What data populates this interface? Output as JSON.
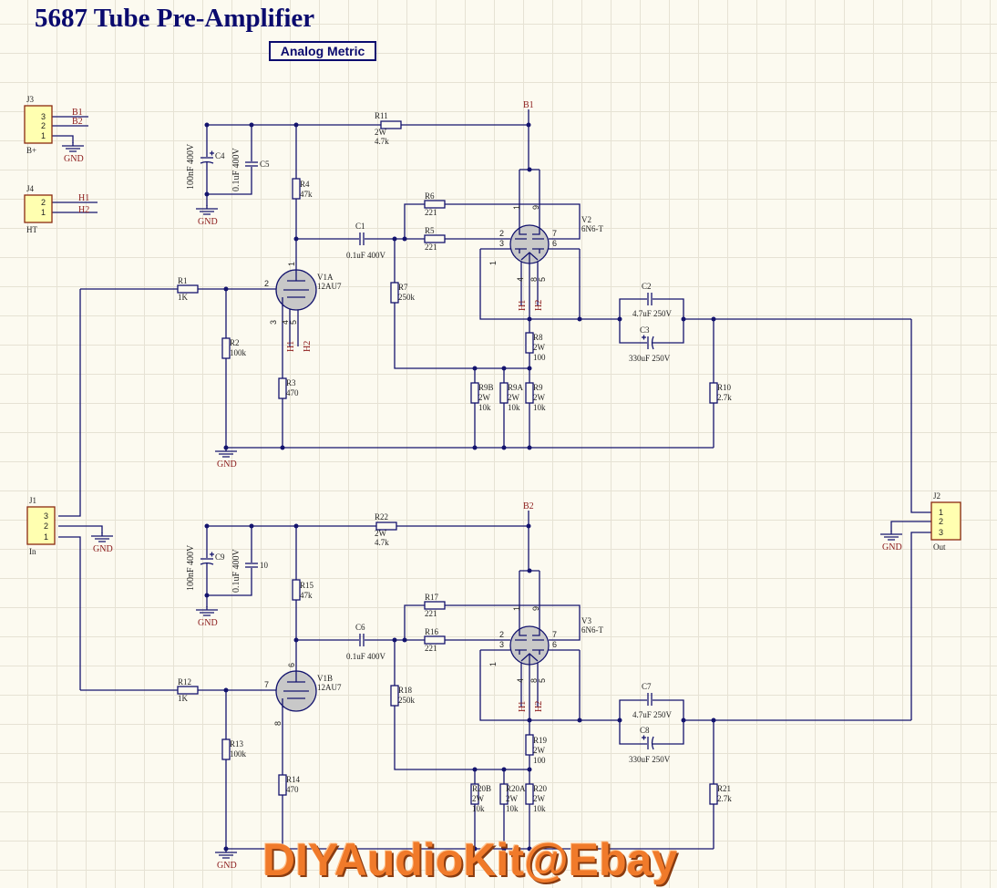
{
  "title": "5687 Tube Pre-Amplifier",
  "subtitle": "Analog Metric",
  "watermark": "DIYAudioKit@Ebay",
  "gnd": "GND",
  "nets": {
    "b1": "B1",
    "b2": "B2",
    "h1": "H1",
    "h2": "H2"
  },
  "connectors": {
    "j3": {
      "ref": "J3",
      "name": "B+",
      "pins": [
        "3",
        "2",
        "1"
      ]
    },
    "j4": {
      "ref": "J4",
      "name": "HT",
      "pins": [
        "2",
        "1"
      ]
    },
    "j1": {
      "ref": "J1",
      "name": "In",
      "pins": [
        "3",
        "2",
        "1"
      ]
    },
    "j2": {
      "ref": "J2",
      "name": "Out",
      "pins": [
        "1",
        "2",
        "3"
      ]
    }
  },
  "components": {
    "r11": {
      "ref": "R11",
      "values": [
        "2W",
        "4.7k"
      ]
    },
    "r4": {
      "ref": "R4",
      "values": [
        "47k"
      ]
    },
    "r6": {
      "ref": "R6",
      "values": [
        "221"
      ]
    },
    "r5": {
      "ref": "R5",
      "values": [
        "221"
      ]
    },
    "r7": {
      "ref": "R7",
      "values": [
        "250k"
      ]
    },
    "r1": {
      "ref": "R1",
      "values": [
        "1K"
      ]
    },
    "r2": {
      "ref": "R2",
      "values": [
        "100k"
      ]
    },
    "r3": {
      "ref": "R3",
      "values": [
        "470"
      ]
    },
    "r8": {
      "ref": "R8",
      "values": [
        "2W",
        "100"
      ]
    },
    "r9b": {
      "ref": "R9B",
      "values": [
        "2W",
        "10k"
      ]
    },
    "r9a": {
      "ref": "R9A",
      "values": [
        "2W",
        "10k"
      ]
    },
    "r9": {
      "ref": "R9",
      "values": [
        "2W",
        "10k"
      ]
    },
    "r10": {
      "ref": "R10",
      "values": [
        "2.7k"
      ]
    },
    "c1": {
      "ref": "C1",
      "values": [
        "0.1uF 400V"
      ]
    },
    "c2": {
      "ref": "C2",
      "values": [
        "4.7uF 250V"
      ]
    },
    "c3": {
      "ref": "C3",
      "values": [
        "330uF 250V"
      ]
    },
    "c4": {
      "ref": "C4",
      "values": [
        "100nF 400V"
      ]
    },
    "c5": {
      "ref": "C5",
      "values": [
        "0.1uF 400V"
      ]
    },
    "r22": {
      "ref": "R22",
      "values": [
        "2W",
        "4.7k"
      ]
    },
    "r15": {
      "ref": "R15",
      "values": [
        "47k"
      ]
    },
    "r17": {
      "ref": "R17",
      "values": [
        "221"
      ]
    },
    "r16": {
      "ref": "R16",
      "values": [
        "221"
      ]
    },
    "r18": {
      "ref": "R18",
      "values": [
        "250k"
      ]
    },
    "r12": {
      "ref": "R12",
      "values": [
        "1K"
      ]
    },
    "r13": {
      "ref": "R13",
      "values": [
        "100k"
      ]
    },
    "r14": {
      "ref": "R14",
      "values": [
        "470"
      ]
    },
    "r19": {
      "ref": "R19",
      "values": [
        "2W",
        "100"
      ]
    },
    "r20b": {
      "ref": "R20B",
      "values": [
        "2W",
        "10k"
      ]
    },
    "r20a": {
      "ref": "R20A",
      "values": [
        "2W",
        "10k"
      ]
    },
    "r20": {
      "ref": "R20",
      "values": [
        "2W",
        "10k"
      ]
    },
    "r21": {
      "ref": "R21",
      "values": [
        "2.7k"
      ]
    },
    "c6": {
      "ref": "C6",
      "values": [
        "0.1uF 400V"
      ]
    },
    "c7": {
      "ref": "C7",
      "values": [
        "4.7uF 250V"
      ]
    },
    "c8": {
      "ref": "C8",
      "values": [
        "330uF 250V"
      ]
    },
    "c9": {
      "ref": "C9",
      "values": [
        "100nF 400V"
      ]
    },
    "c10": {
      "ref": "10",
      "values": [
        "0.1uF 400V"
      ]
    }
  },
  "tubes": {
    "v1a": {
      "ref": "V1A",
      "type": "12AU7",
      "pins": [
        "1",
        "2",
        "3",
        "4",
        "5"
      ]
    },
    "v2": {
      "ref": "V2",
      "type": "6N6-T",
      "pins": [
        "1",
        "9",
        "2",
        "3",
        "7",
        "6",
        "4",
        "8",
        "5",
        "1"
      ]
    },
    "v1b": {
      "ref": "V1B",
      "type": "12AU7",
      "pins": [
        "6",
        "7",
        "8"
      ]
    },
    "v3": {
      "ref": "V3",
      "type": "6N6-T",
      "pins": [
        "1",
        "9",
        "2",
        "3",
        "7",
        "6",
        "4",
        "8",
        "5",
        "1"
      ]
    }
  }
}
